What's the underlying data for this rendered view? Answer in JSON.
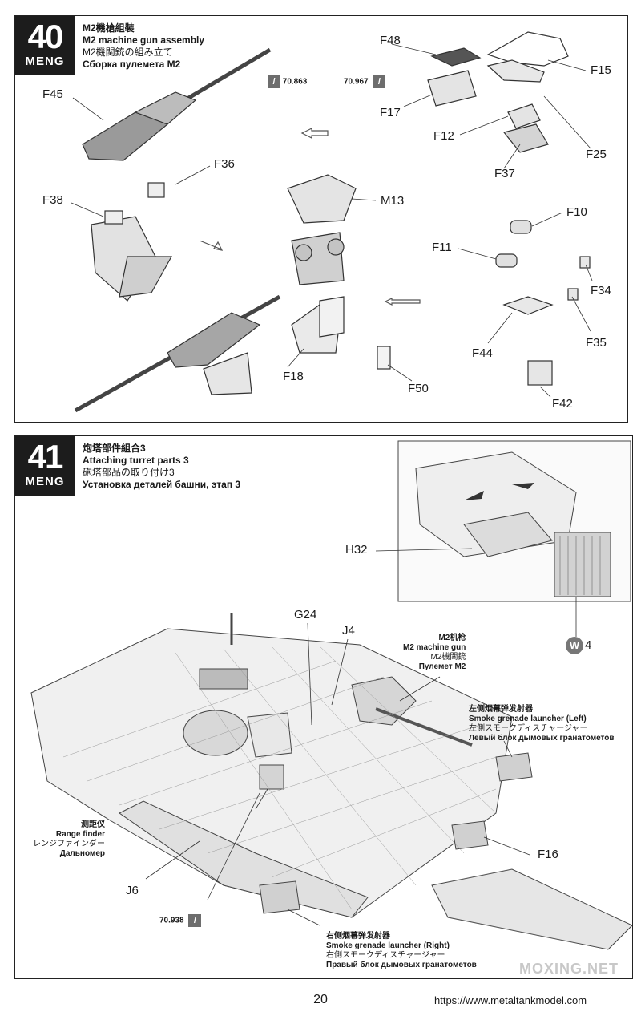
{
  "step40": {
    "number": "40",
    "brand": "MENG",
    "title_zh": "M2機槍組裝",
    "title_en": "M2 machine gun assembly",
    "title_jp": "M2機関銃の組み立て",
    "title_ru": "Сборка пулемета M2",
    "paint_a": "70.863",
    "paint_b": "70.967",
    "labels": {
      "F45": "F45",
      "F36": "F36",
      "F38": "F38",
      "F48": "F48",
      "F17": "F17",
      "F15": "F15",
      "F12": "F12",
      "F25": "F25",
      "F37": "F37",
      "M13": "M13",
      "F10": "F10",
      "F11": "F11",
      "F34": "F34",
      "F35": "F35",
      "F44": "F44",
      "F18": "F18",
      "F50": "F50",
      "F42": "F42"
    }
  },
  "step41": {
    "number": "41",
    "brand": "MENG",
    "title_zh": "炮塔部件組合3",
    "title_en": "Attaching turret parts 3",
    "title_jp": "砲塔部品の取り付け3",
    "title_ru": "Установка деталей башни, этап 3",
    "labels": {
      "H32": "H32",
      "G24": "G24",
      "J4": "J4",
      "F16": "F16",
      "J6": "J6"
    },
    "paint": "70.938",
    "w_badge": "W",
    "w_count": "4",
    "m2": {
      "zh": "M2机枪",
      "en": "M2 machine gun",
      "jp": "M2機関銃",
      "ru": "Пулемет M2"
    },
    "smoke_left": {
      "zh": "左侧烟幕弹发射器",
      "en": "Smoke grenade launcher (Left)",
      "jp": "左側スモークディスチャージャー",
      "ru": "Левый блок дымовых гранатометов"
    },
    "range_finder": {
      "zh": "测距仪",
      "en": "Range finder",
      "jp": "レンジファインダー",
      "ru": "Дальномер"
    },
    "smoke_right": {
      "zh": "右侧烟幕弹发射器",
      "en": "Smoke grenade launcher (Right)",
      "jp": "右側スモークディスチャージャー",
      "ru": "Правый блок дымовых гранатометов"
    }
  },
  "page_number": "20",
  "url": "https://www.metaltankmodel.com",
  "watermark": "MOXING.NET"
}
